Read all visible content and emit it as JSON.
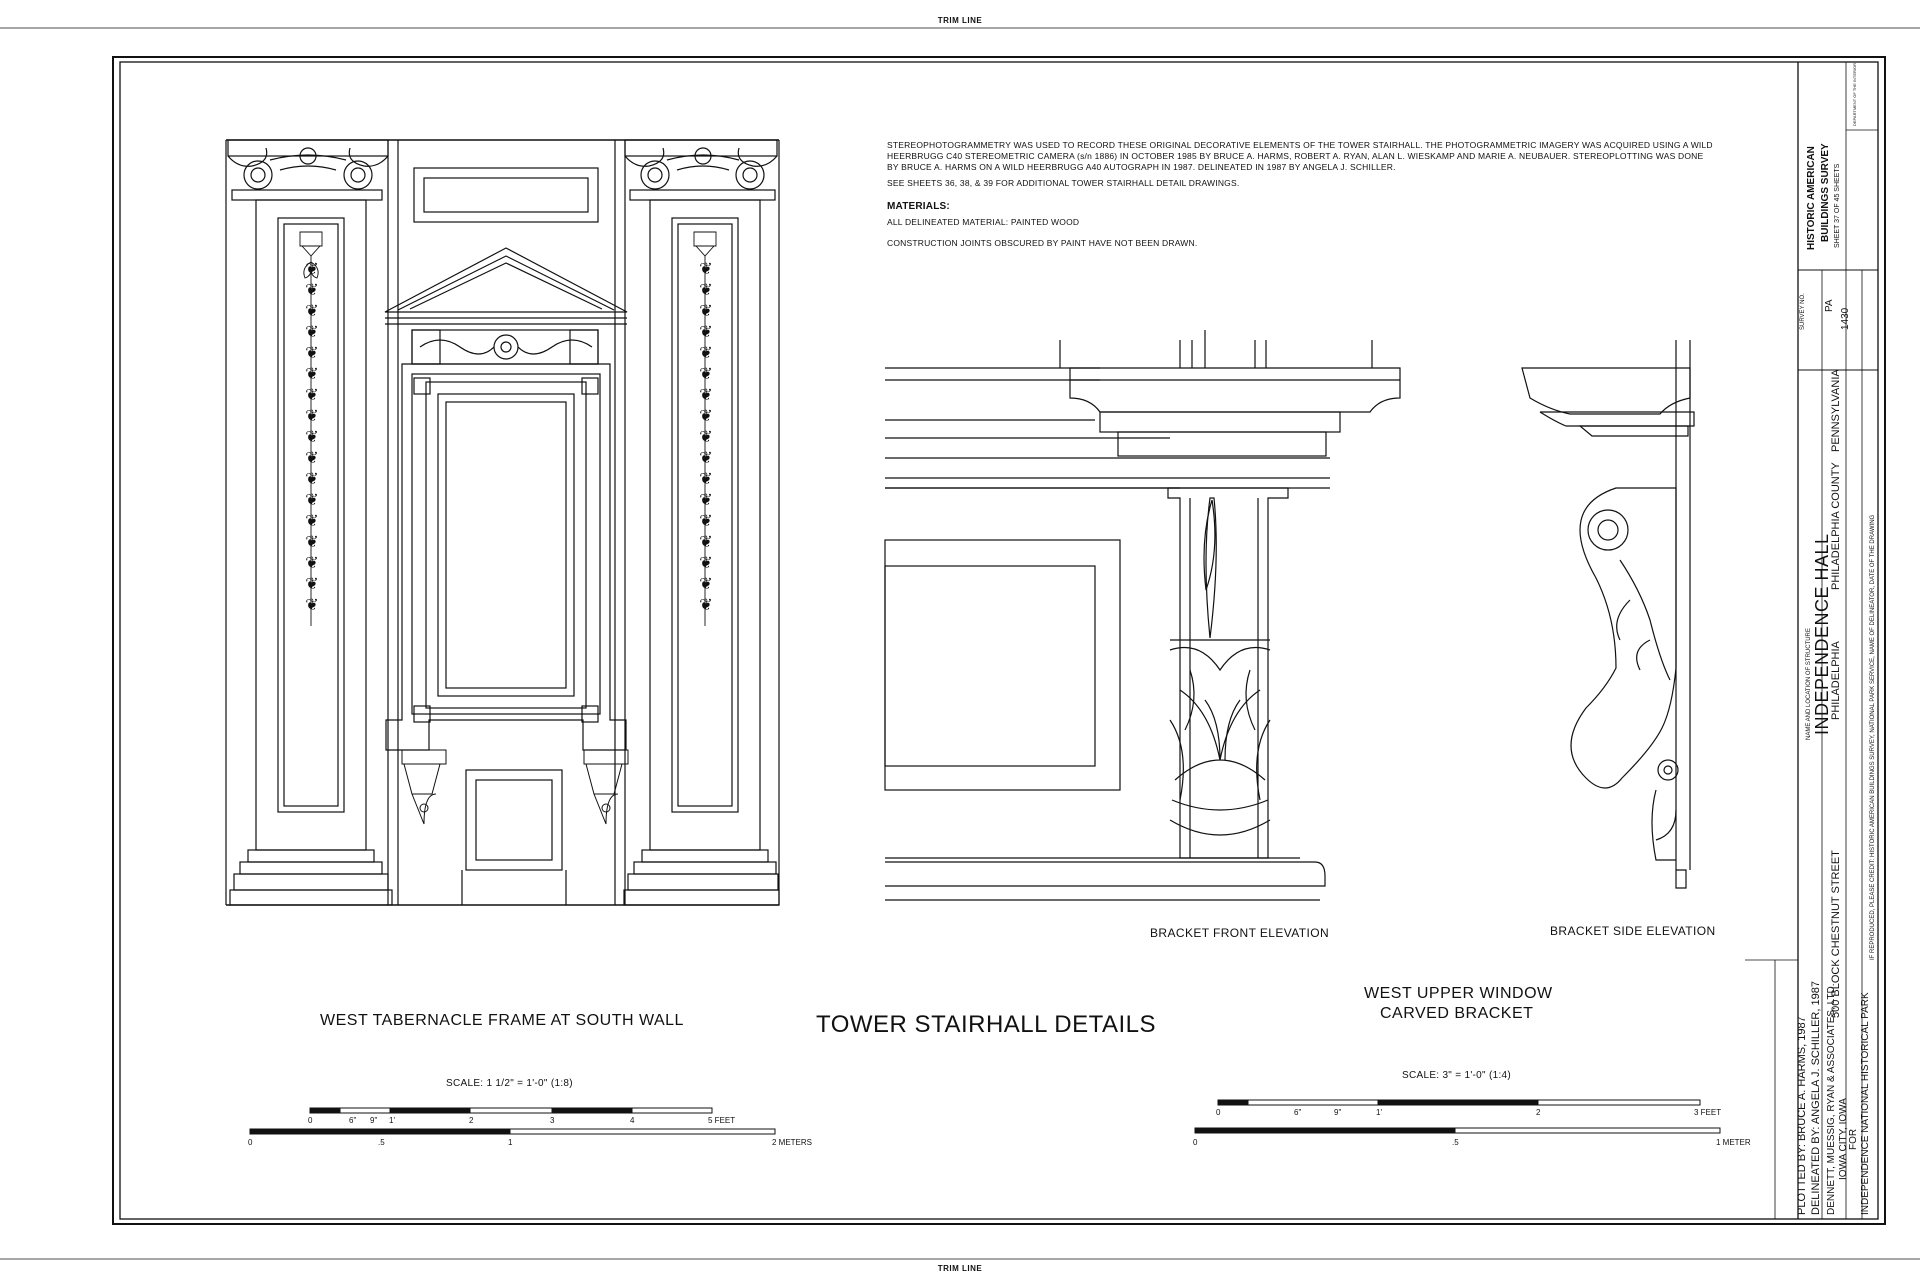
{
  "trim_line_top": "TRIM LINE",
  "trim_line_bottom": "TRIM LINE",
  "notes": {
    "paragraph": "STEREOPHOTOGRAMMETRY WAS USED TO RECORD THESE ORIGINAL DECORATIVE ELEMENTS OF THE TOWER STAIRHALL. THE PHOTOGRAMMETRIC IMAGERY WAS ACQUIRED USING A WILD HEERBRUGG C40 STEREOMETRIC CAMERA (s/n 1886) IN OCTOBER 1985 BY BRUCE A. HARMS, ROBERT A. RYAN, ALAN L. WIESKAMP AND MARIE A. NEUBAUER. STEREOPLOTTING WAS DONE BY BRUCE A. HARMS ON A WILD HEERBRUGG A40 AUTOGRAPH IN 1987. DELINEATED IN 1987 BY ANGELA J. SCHILLER.",
    "see_sheets": "SEE SHEETS 36, 38, & 39 FOR ADDITIONAL TOWER STAIRHALL DETAIL DRAWINGS.",
    "materials_heading": "MATERIALS:",
    "materials": "ALL DELINEATED MATERIAL: PAINTED WOOD",
    "construction": "CONSTRUCTION JOINTS OBSCURED BY PAINT HAVE NOT BEEN DRAWN."
  },
  "views": {
    "tabernacle_title": "WEST TABERNACLE FRAME AT SOUTH WALL",
    "sheet_title": "TOWER STAIRHALL DETAILS",
    "bracket_title_1": "WEST UPPER WINDOW",
    "bracket_title_2": "CARVED BRACKET",
    "bracket_front": "BRACKET FRONT ELEVATION",
    "bracket_side": "BRACKET SIDE ELEVATION"
  },
  "scale_left": {
    "label": "SCALE: 1 1/2\" = 1'-0\" (1:8)",
    "feet_ticks": [
      "0",
      "6\"",
      "9\"",
      "1'",
      "2",
      "3",
      "4",
      "5 FEET"
    ],
    "meter_ticks": [
      "0",
      ".5",
      "1",
      "2 METERS"
    ]
  },
  "scale_right": {
    "label": "SCALE: 3\" = 1'-0\" (1:4)",
    "feet_ticks": [
      "0",
      "6\"",
      "9\"",
      "1'",
      "2",
      "3 FEET"
    ],
    "meter_ticks": [
      "0",
      ".5",
      "1 METER"
    ]
  },
  "credits": {
    "plotted": "PLOTTED BY: BRUCE A. HARMS, 1987",
    "delineated": "DELINEATED BY: ANGELA J. SCHILLER, 1987",
    "firm": "DENNETT, MUESSIG, RYAN & ASSOCIATES, LTD.",
    "city": "IOWA CITY, IOWA",
    "for": "FOR",
    "park": "INDEPENDENCE NATIONAL HISTORICAL PARK"
  },
  "title_block": {
    "name_location_label": "NAME AND LOCATION OF STRUCTURE",
    "structure": "INDEPENDENCE HALL",
    "address": "500 BLOCK CHESTNUT STREET",
    "city": "PHILADELPHIA",
    "county": "PHILADELPHIA COUNTY",
    "state": "PENNSYLVANIA",
    "credit_line": "IF REPRODUCED, PLEASE CREDIT: HISTORIC AMERICAN BUILDINGS SURVEY, NATIONAL PARK SERVICE, NAME OF DELINEATOR, DATE OF THE DRAWING",
    "survey_no_label": "SURVEY NO.",
    "survey_state": "PA",
    "survey_number": "1430",
    "habs_1": "HISTORIC AMERICAN",
    "habs_2": "BUILDINGS SURVEY",
    "sheet": "SHEET 37 OF 45 SHEETS",
    "dept": "DEPARTMENT OF THE INTERIOR"
  }
}
